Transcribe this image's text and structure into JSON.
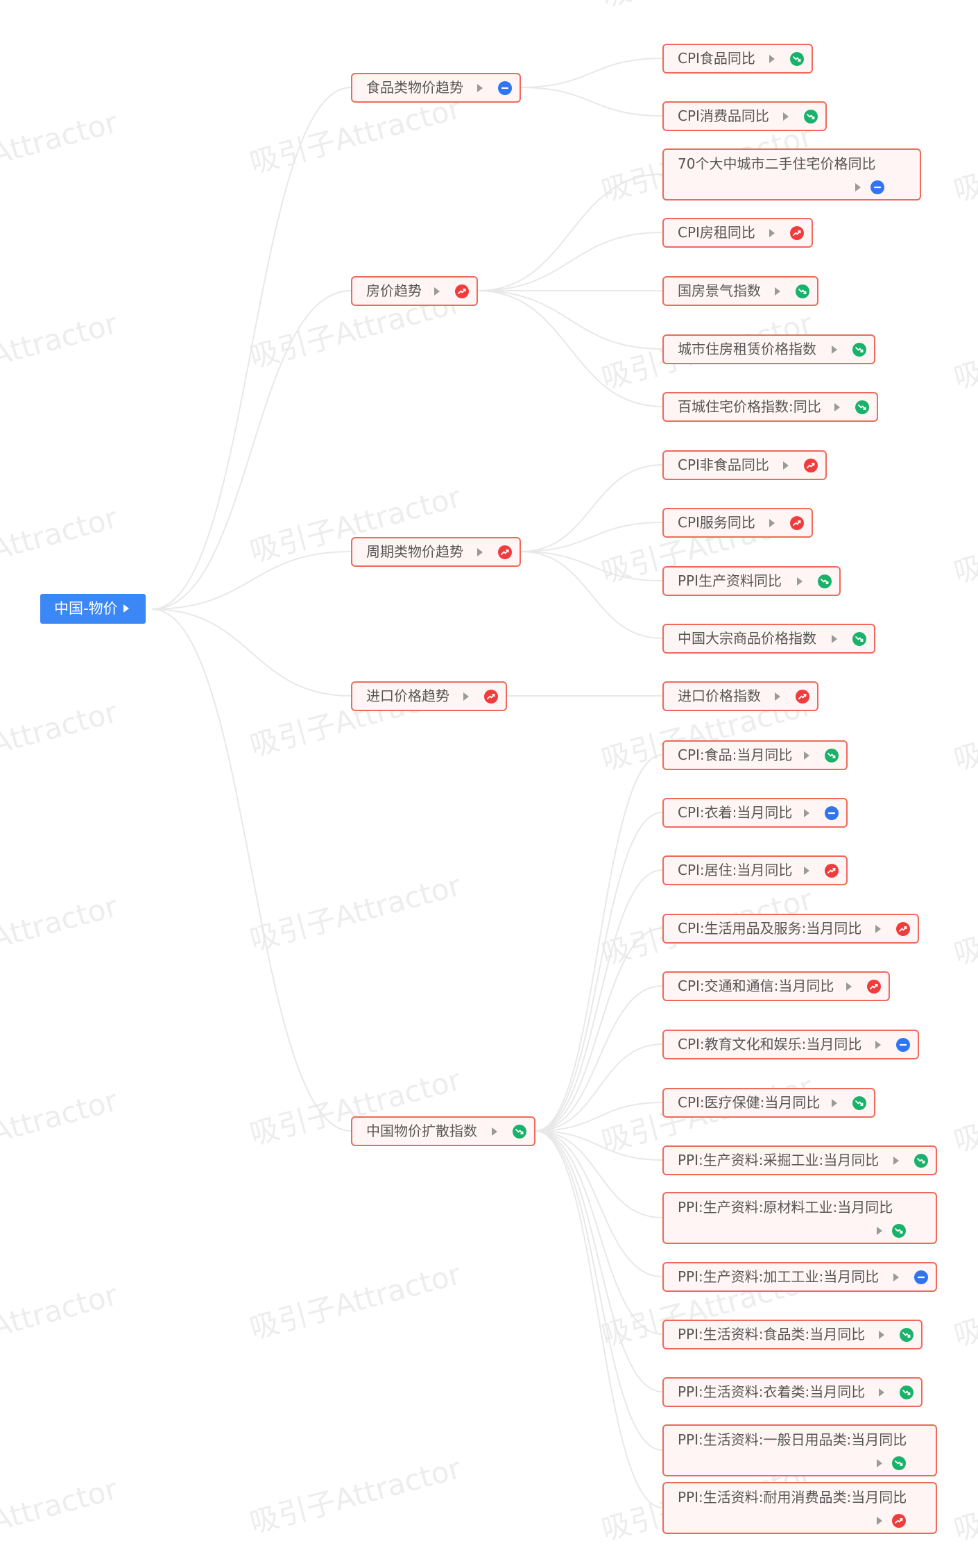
{
  "colors": {
    "up": "#f03c3c",
    "down": "#18b26b",
    "flat": "#2f74f2",
    "border": "#ef6a5a",
    "root": "#3a87f5"
  },
  "watermark": "吸引子Attractor",
  "root": {
    "label": "中国-物价"
  },
  "groups": [
    {
      "label": "食品类物价趋势",
      "trend": "flat",
      "children": [
        {
          "label": "CPI食品同比",
          "trend": "down"
        },
        {
          "label": "CPI消费品同比",
          "trend": "down"
        }
      ]
    },
    {
      "label": "房价趋势",
      "trend": "up",
      "children": [
        {
          "label": "70个大中城市二手住宅价格同比",
          "trend": "flat"
        },
        {
          "label": "CPI房租同比",
          "trend": "up"
        },
        {
          "label": "国房景气指数",
          "trend": "down"
        },
        {
          "label": "城市住房租赁价格指数",
          "trend": "down"
        },
        {
          "label": "百城住宅价格指数:同比",
          "trend": "down"
        }
      ]
    },
    {
      "label": "周期类物价趋势",
      "trend": "up",
      "children": [
        {
          "label": "CPI非食品同比",
          "trend": "up"
        },
        {
          "label": "CPI服务同比",
          "trend": "up"
        },
        {
          "label": "PPI生产资料同比",
          "trend": "down"
        },
        {
          "label": "中国大宗商品价格指数",
          "trend": "down"
        }
      ]
    },
    {
      "label": "进口价格趋势",
      "trend": "up",
      "children": [
        {
          "label": "进口价格指数",
          "trend": "up"
        }
      ]
    },
    {
      "label": "中国物价扩散指数",
      "trend": "down",
      "children": [
        {
          "label": "CPI:食品:当月同比",
          "trend": "down"
        },
        {
          "label": "CPI:衣着:当月同比",
          "trend": "flat"
        },
        {
          "label": "CPI:居住:当月同比",
          "trend": "up"
        },
        {
          "label": "CPI:生活用品及服务:当月同比",
          "trend": "up"
        },
        {
          "label": "CPI:交通和通信:当月同比",
          "trend": "up"
        },
        {
          "label": "CPI:教育文化和娱乐:当月同比",
          "trend": "flat"
        },
        {
          "label": "CPI:医疗保健:当月同比",
          "trend": "down"
        },
        {
          "label": "PPI:生产资料:采掘工业:当月同比",
          "trend": "down"
        },
        {
          "label": "PPI:生产资料:原材料工业:当月同比",
          "trend": "down"
        },
        {
          "label": "PPI:生产资料:加工工业:当月同比",
          "trend": "flat"
        },
        {
          "label": "PPI:生活资料:食品类:当月同比",
          "trend": "down"
        },
        {
          "label": "PPI:生活资料:衣着类:当月同比",
          "trend": "down"
        },
        {
          "label": "PPI:生活资料:一般日用品类:当月同比",
          "trend": "down"
        },
        {
          "label": "PPI:生活资料:耐用消费品类:当月同比",
          "trend": "up"
        }
      ]
    }
  ]
}
